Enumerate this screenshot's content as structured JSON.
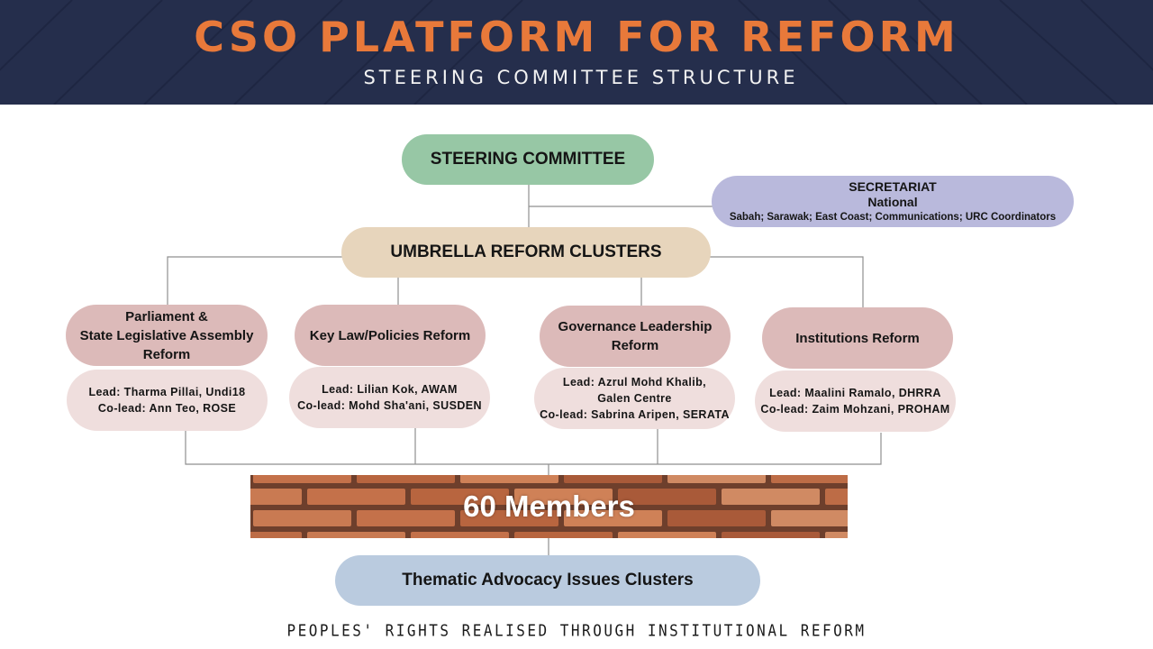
{
  "header": {
    "title": "CSO PLATFORM FOR REFORM",
    "subtitle": "STEERING COMMITTEE STRUCTURE",
    "background_color": "#252e4c",
    "title_color": "#e8793a"
  },
  "steering_committee": {
    "label": "STEERING COMMITTEE",
    "color": "#97c7a5"
  },
  "secretariat": {
    "title": "SECRETARIAT",
    "level": "National",
    "members": "Sabah; Sarawak; East Coast; Communications; URC Coordinators",
    "color": "#b9b9dc"
  },
  "umbrella": {
    "label": "UMBRELLA REFORM CLUSTERS",
    "color": "#e7d5bc"
  },
  "clusters": [
    {
      "name_lines": [
        "Parliament &",
        "State Legislative Assembly",
        "Reform"
      ],
      "lead_lines": [
        "Lead: Tharma Pillai, Undi18",
        "Co-lead: Ann Teo, ROSE"
      ]
    },
    {
      "name_lines": [
        "Key Law/Policies Reform"
      ],
      "lead_lines": [
        "Lead: Lilian Kok, AWAM",
        "Co-lead: Mohd Sha'ani, SUSDEN"
      ]
    },
    {
      "name_lines": [
        "Governance Leadership",
        "Reform"
      ],
      "lead_lines": [
        "Lead: Azrul Mohd Khalib,",
        "Galen Centre",
        "Co-lead: Sabrina Aripen, SERATA"
      ]
    },
    {
      "name_lines": [
        "Institutions Reform"
      ],
      "lead_lines": [
        "Lead: Maalini Ramalo, DHRRA",
        "Co-lead: Zaim Mohzani, PROHAM"
      ]
    }
  ],
  "cluster_colors": {
    "name": "#dcbab9",
    "lead": "#efdedd"
  },
  "members": {
    "label": "60 Members"
  },
  "thematic": {
    "label": "Thematic Advocacy Issues Clusters",
    "color": "#bacbdf"
  },
  "tagline": "PEOPLES' RIGHTS REALISED THROUGH INSTITUTIONAL REFORM"
}
